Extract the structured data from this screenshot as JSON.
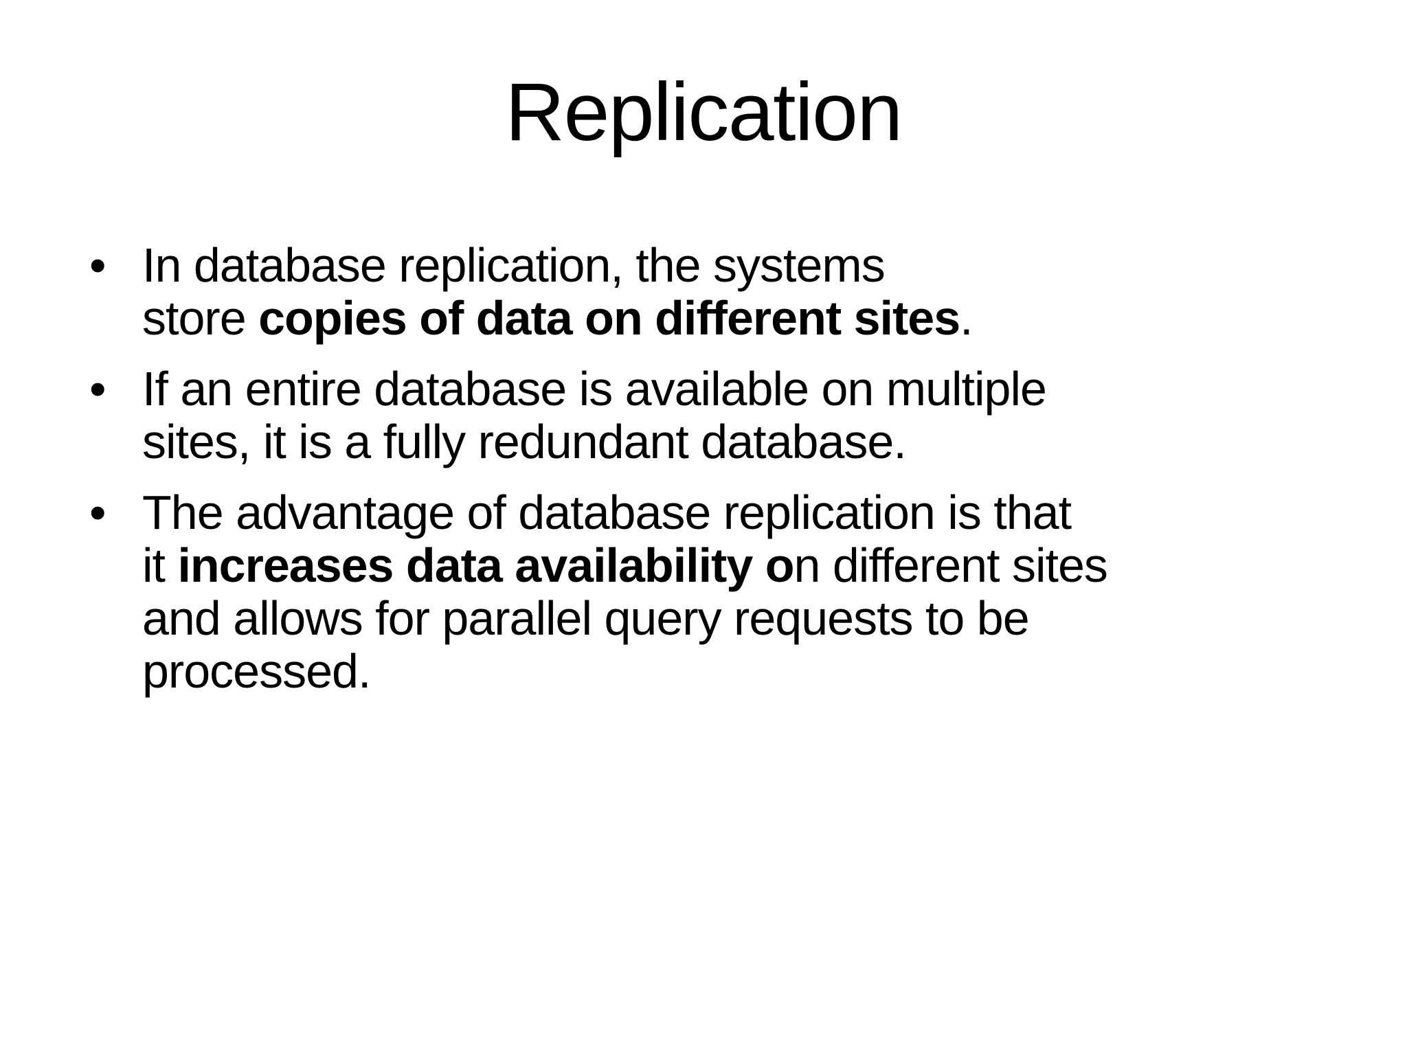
{
  "slide": {
    "title": "Replication",
    "bullet_char": "•",
    "colors": {
      "background": "#ffffff",
      "text": "#000000"
    },
    "bullets": [
      {
        "segments": [
          {
            "text": "In database replication, the systems"
          },
          {
            "br": true
          },
          {
            "text": "store "
          },
          {
            "text": "copies of data on different sites",
            "bold": true
          },
          {
            "text": "."
          }
        ]
      },
      {
        "segments": [
          {
            "text": "If an entire database is available on multiple"
          },
          {
            "br": true
          },
          {
            "text": "sites, it is a fully redundant database."
          }
        ]
      },
      {
        "segments": [
          {
            "text": "The advantage of database replication is that"
          },
          {
            "br": true
          },
          {
            "text": "it "
          },
          {
            "text": "increases data availability o",
            "bold": true
          },
          {
            "text": "n different sites"
          },
          {
            "br": true
          },
          {
            "text": "and allows for parallel query requests to be"
          },
          {
            "br": true
          },
          {
            "text": "processed."
          }
        ]
      }
    ]
  }
}
